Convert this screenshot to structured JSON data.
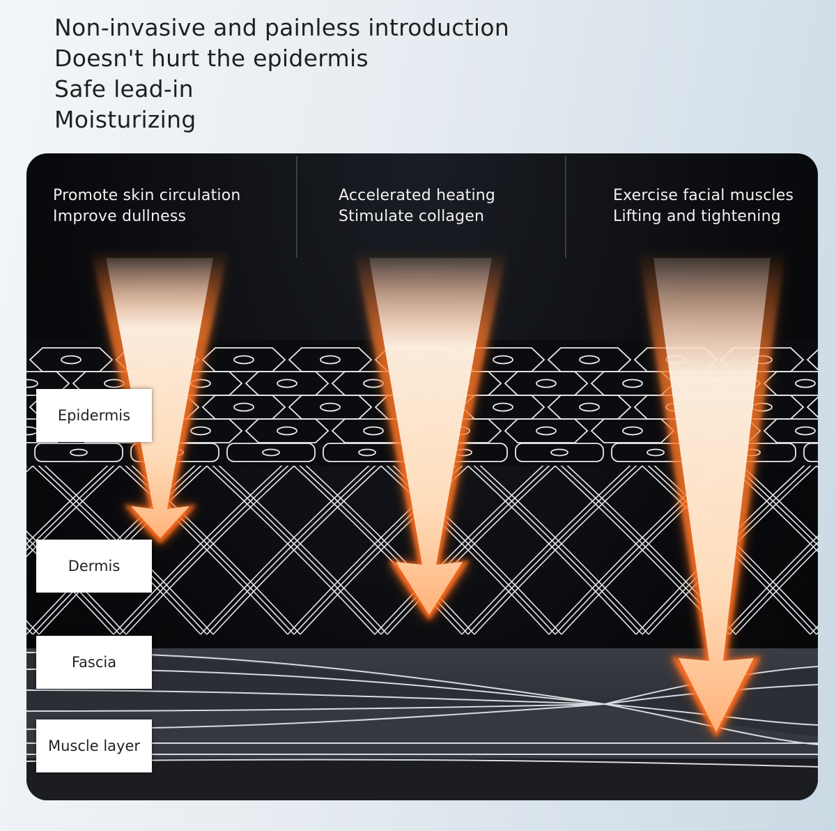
{
  "headline": [
    "Non-invasive and painless introduction",
    "Doesn't hurt the epidermis",
    "Safe lead-in",
    "Moisturizing"
  ],
  "benefits": [
    {
      "line1": "Promote skin circulation",
      "line2": "Improve dullness"
    },
    {
      "line1": "Accelerated heating",
      "line2": "Stimulate collagen"
    },
    {
      "line1": "Exercise facial muscles",
      "line2": "Lifting and tightening"
    }
  ],
  "layers": {
    "epidermis": "Epidermis",
    "dermis": "Dermis",
    "fascia": "Fascia",
    "muscle": "Muscle layer"
  },
  "colors": {
    "beam_core": "#fff6e8",
    "beam_glow": "#ff8a3c",
    "line": "#e8e8ea",
    "panel": "#0a0b0e"
  },
  "icons": [
    "energy-arrow-icon",
    "cell-icon"
  ]
}
